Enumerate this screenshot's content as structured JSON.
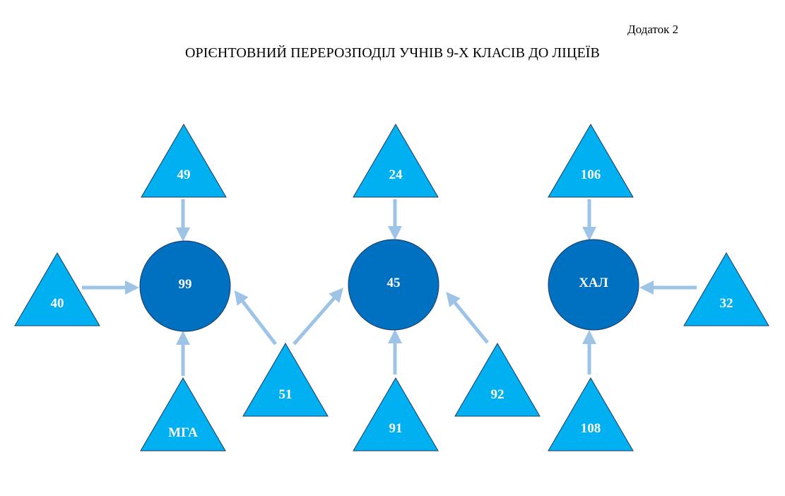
{
  "appendix": "Додаток 2",
  "title": "ОРІЄНТОВНИЙ ПЕРЕРОЗПОДІЛ УЧНІВ 9-Х КЛАСІВ ДО ЛІЦЕЇВ",
  "colors": {
    "triangle": "#00b0f0",
    "circle": "#0070c0",
    "arrow": "#9dc3e6",
    "outline": "#1f3864"
  },
  "hubs": [
    {
      "id": "hub-99",
      "label": "99"
    },
    {
      "id": "hub-45",
      "label": "45"
    },
    {
      "id": "hub-hal",
      "label": "ХАЛ"
    }
  ],
  "sources": [
    {
      "id": "src-49",
      "label": "49",
      "to": [
        "hub-99"
      ]
    },
    {
      "id": "src-40",
      "label": "40",
      "to": [
        "hub-99"
      ]
    },
    {
      "id": "src-mga",
      "label": "МГА",
      "to": [
        "hub-99"
      ]
    },
    {
      "id": "src-51",
      "label": "51",
      "to": [
        "hub-99",
        "hub-45"
      ]
    },
    {
      "id": "src-24",
      "label": "24",
      "to": [
        "hub-45"
      ]
    },
    {
      "id": "src-91",
      "label": "91",
      "to": [
        "hub-45"
      ]
    },
    {
      "id": "src-92",
      "label": "92",
      "to": [
        "hub-45"
      ]
    },
    {
      "id": "src-106",
      "label": "106",
      "to": [
        "hub-hal"
      ]
    },
    {
      "id": "src-32",
      "label": "32",
      "to": [
        "hub-hal"
      ]
    },
    {
      "id": "src-108",
      "label": "108",
      "to": [
        "hub-hal"
      ]
    }
  ]
}
